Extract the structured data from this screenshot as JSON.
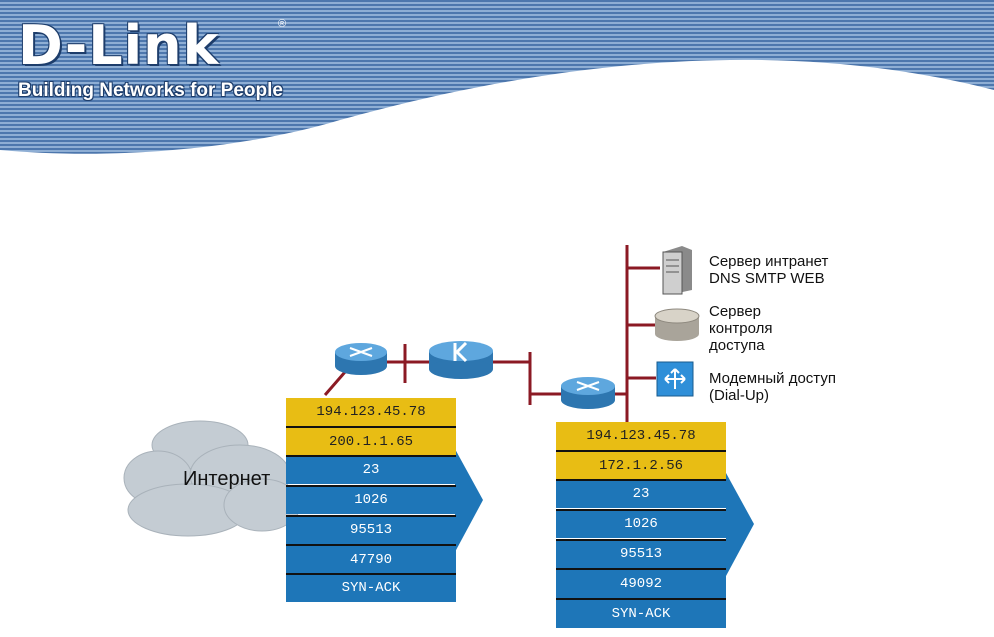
{
  "header": {
    "logo": "D-Link",
    "registered": "®",
    "tagline": "Building Networks for People"
  },
  "internet_label": "Интернет",
  "servers": [
    {
      "icon": "server-tower-icon",
      "lines": [
        "Сервер интранет",
        "DNS SMTP WEB"
      ]
    },
    {
      "icon": "disk-server-icon",
      "lines": [
        "Сервер",
        "контроля",
        "доступа"
      ]
    },
    {
      "icon": "modem-switch-icon",
      "lines": [
        "Модемный доступ",
        "(Dial-Up)"
      ]
    }
  ],
  "packet_left": {
    "ip_fields": [
      "194.123.45.78",
      "200.1.1.65"
    ],
    "tcp_fields": [
      "23",
      "1026",
      "95513",
      "47790",
      "SYN-ACK"
    ]
  },
  "packet_right": {
    "ip_fields": [
      "194.123.45.78",
      "172.1.2.56"
    ],
    "tcp_fields": [
      "23",
      "1026",
      "95513",
      "49092",
      "SYN-ACK"
    ]
  },
  "colors": {
    "link": "#8b1a24",
    "ip_header": "#e8bd14",
    "tcp_header": "#1e76b8",
    "router": "#3f8fcf",
    "cloud": "#c4ccd3",
    "banner": "#2f5c94"
  }
}
